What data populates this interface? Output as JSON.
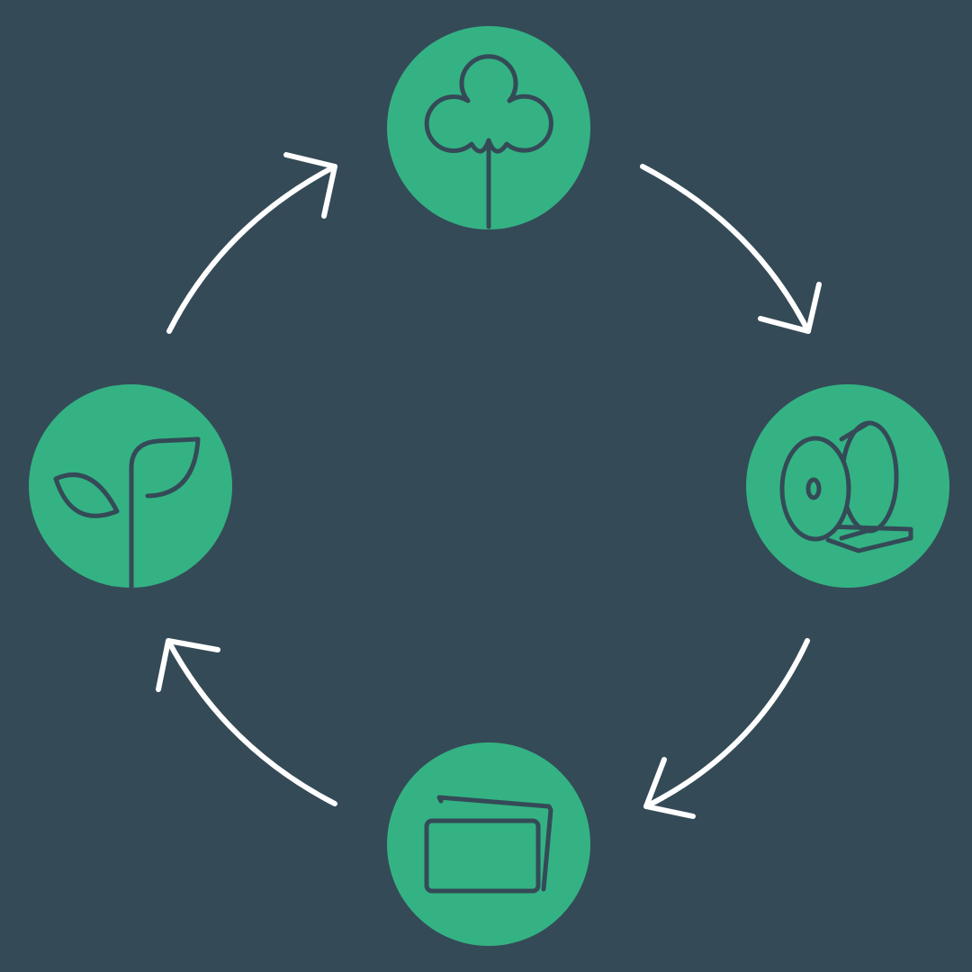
{
  "colors": {
    "background": "#344a57",
    "node_fill": "#34b283",
    "icon_stroke": "#344a57",
    "arrow": "#ffffff"
  },
  "diagram": {
    "type": "cycle",
    "nodes": [
      {
        "id": "tree",
        "icon": "tree-icon"
      },
      {
        "id": "paper-roll",
        "icon": "paper-roll-icon"
      },
      {
        "id": "paper-sheets",
        "icon": "paper-sheets-icon"
      },
      {
        "id": "sprout",
        "icon": "sprout-icon"
      }
    ],
    "edges": [
      {
        "from": "tree",
        "to": "paper-roll"
      },
      {
        "from": "paper-roll",
        "to": "paper-sheets"
      },
      {
        "from": "paper-sheets",
        "to": "sprout"
      },
      {
        "from": "sprout",
        "to": "tree"
      }
    ]
  }
}
